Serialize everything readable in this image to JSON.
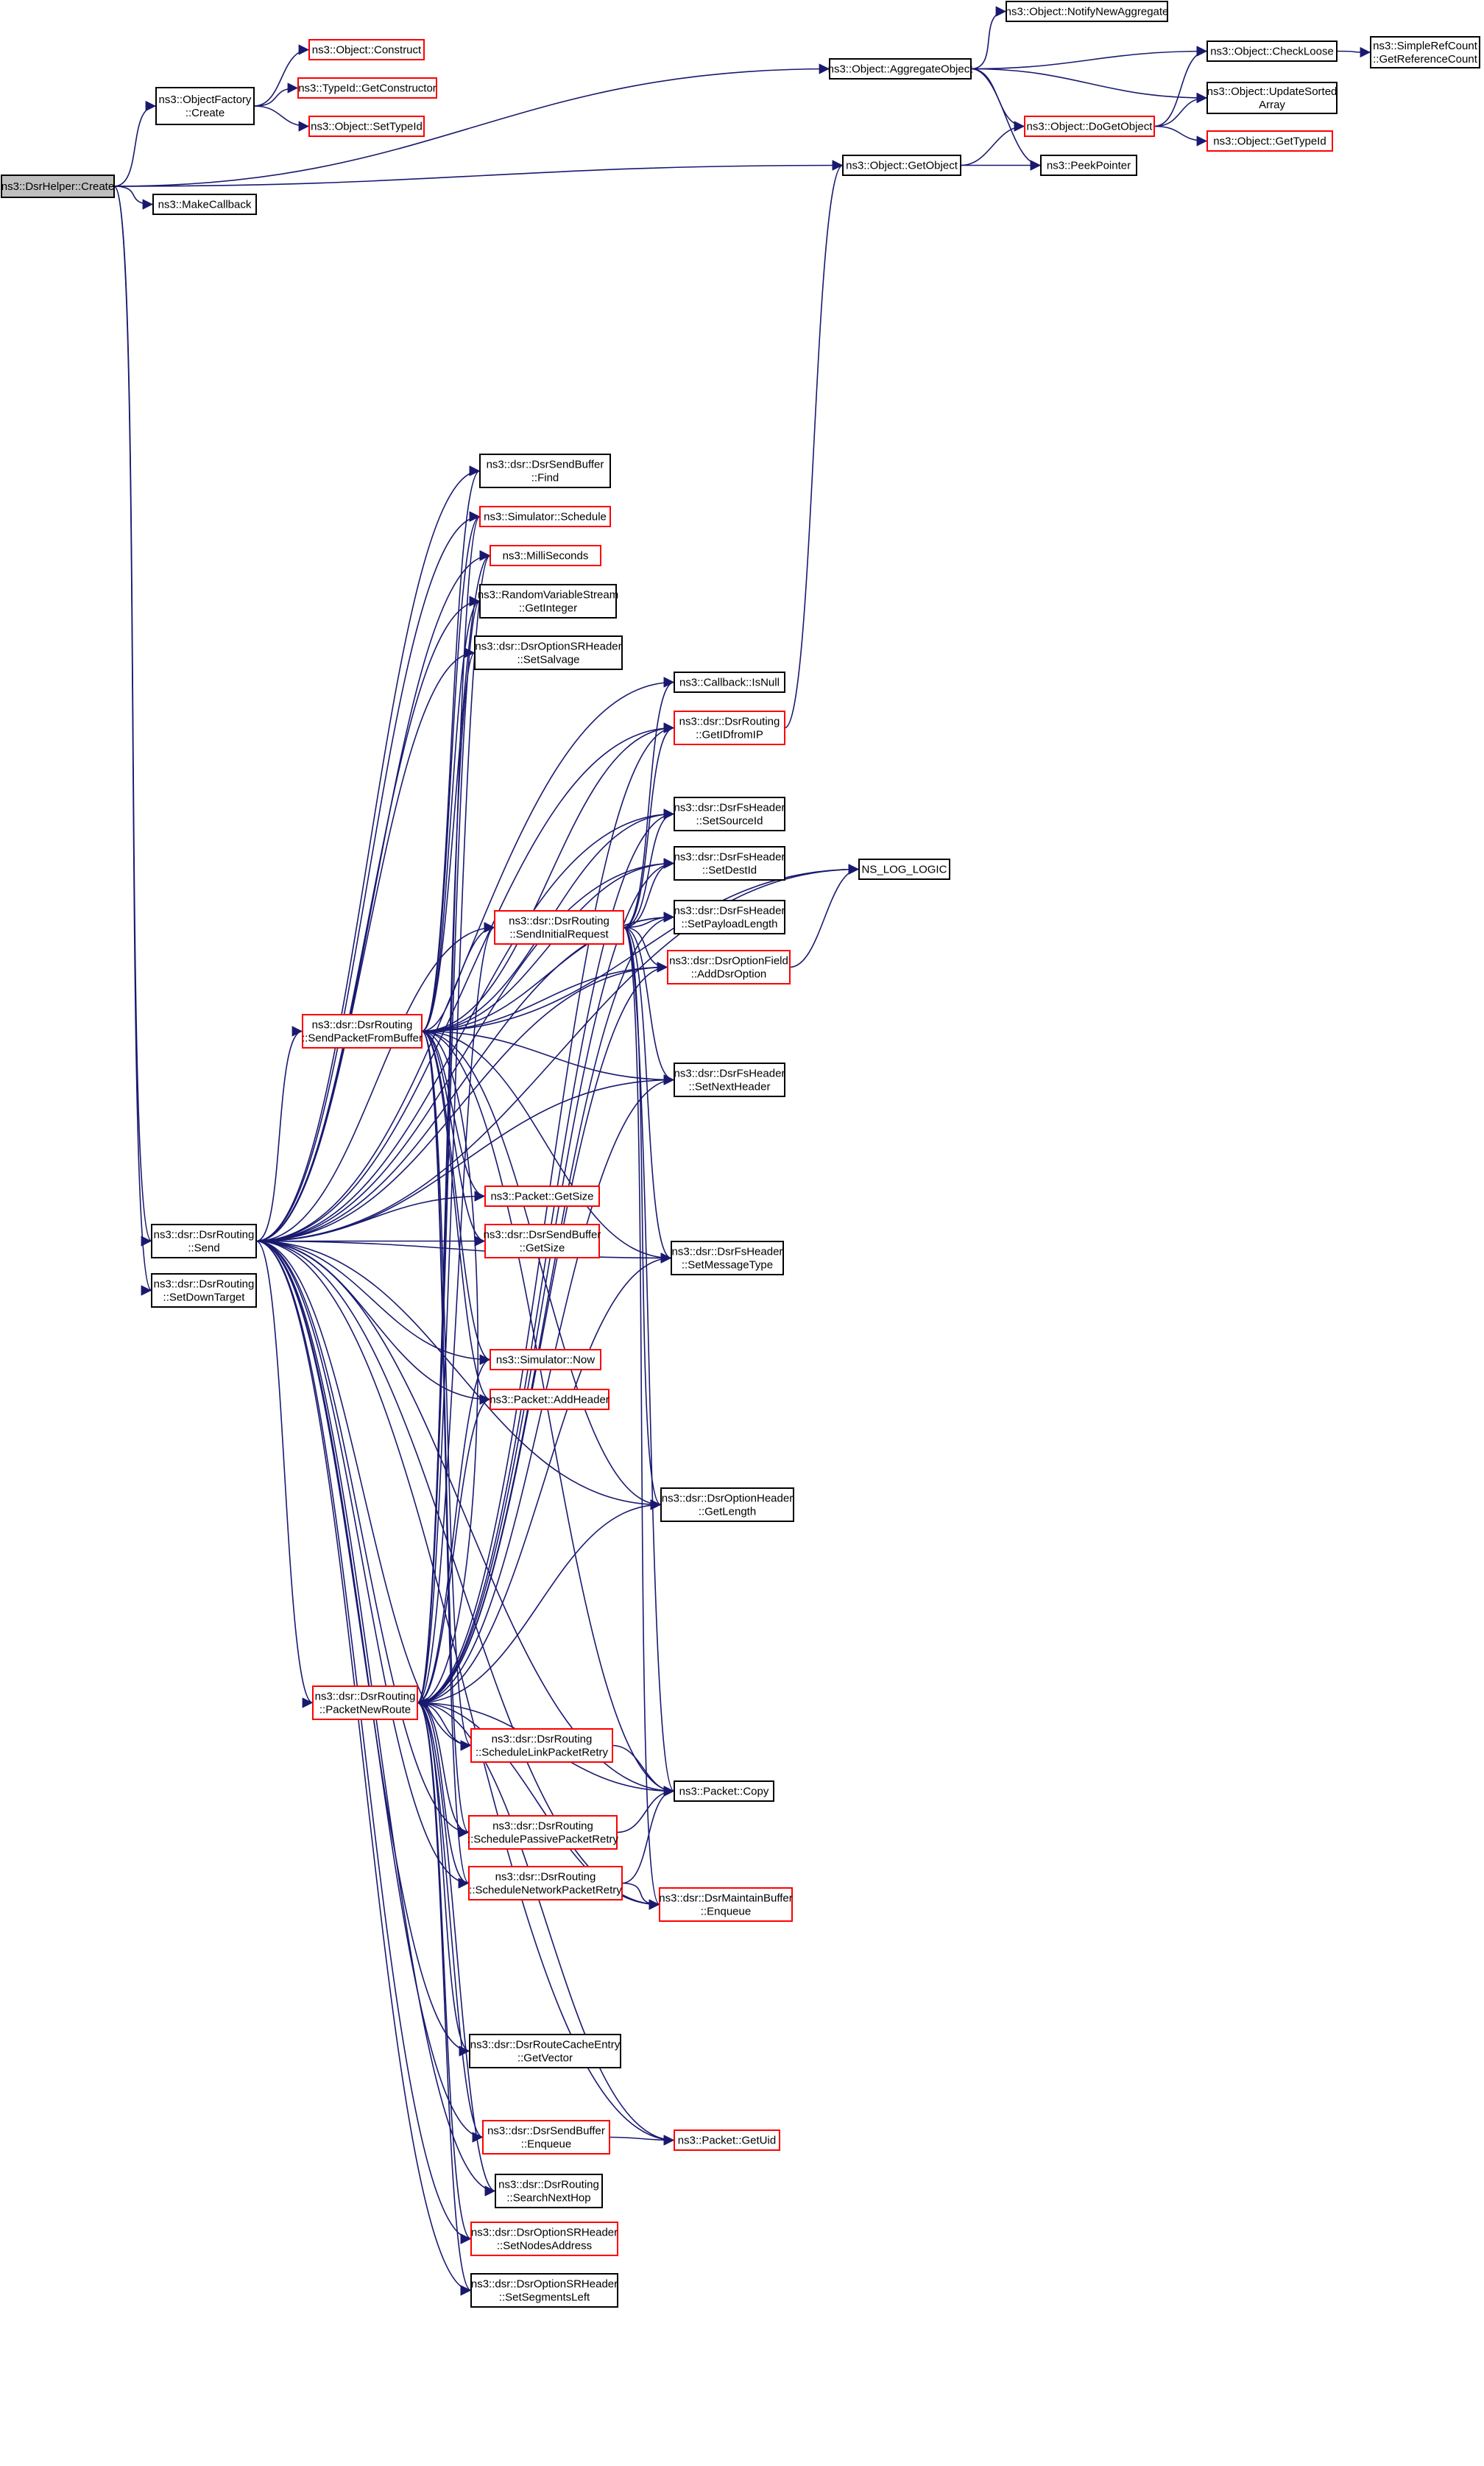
{
  "colors": {
    "edge": "#191970",
    "box_normal": "#000000",
    "box_incomplete": "#ff0000",
    "root_fill": "#bfbfbf"
  },
  "nodes": [
    {
      "id": "dsrhelper_create",
      "lines": [
        "ns3::DsrHelper::Create"
      ],
      "style": "root"
    },
    {
      "id": "objectfactory_create",
      "lines": [
        "ns3::ObjectFactory",
        "::Create"
      ],
      "style": "black"
    },
    {
      "id": "object_construct",
      "lines": [
        "ns3::Object::Construct"
      ],
      "style": "red"
    },
    {
      "id": "typeid_getconstructor",
      "lines": [
        "ns3::TypeId::GetConstructor"
      ],
      "style": "red"
    },
    {
      "id": "object_settypeid",
      "lines": [
        "ns3::Object::SetTypeId"
      ],
      "style": "red"
    },
    {
      "id": "object_aggregateobject",
      "lines": [
        "ns3::Object::AggregateObject"
      ],
      "style": "black"
    },
    {
      "id": "object_notifynewaggregate",
      "lines": [
        "ns3::Object::NotifyNewAggregate"
      ],
      "style": "black"
    },
    {
      "id": "object_checkloose",
      "lines": [
        "ns3::Object::CheckLoose"
      ],
      "style": "black"
    },
    {
      "id": "simplerefcount",
      "lines": [
        "ns3::SimpleRefCount",
        "::GetReferenceCount"
      ],
      "style": "black"
    },
    {
      "id": "object_updatesorted",
      "lines": [
        "ns3::Object::UpdateSorted",
        "Array"
      ],
      "style": "black"
    },
    {
      "id": "object_dogetobject",
      "lines": [
        "ns3::Object::DoGetObject"
      ],
      "style": "red"
    },
    {
      "id": "object_gettypeid",
      "lines": [
        "ns3::Object::GetTypeId"
      ],
      "style": "red"
    },
    {
      "id": "object_getobject",
      "lines": [
        "ns3::Object::GetObject"
      ],
      "style": "black"
    },
    {
      "id": "peekpointer",
      "lines": [
        "ns3::PeekPointer"
      ],
      "style": "black"
    },
    {
      "id": "makecallback",
      "lines": [
        "ns3::MakeCallback"
      ],
      "style": "black"
    },
    {
      "id": "sendbuffer_find",
      "lines": [
        "ns3::dsr::DsrSendBuffer",
        "::Find"
      ],
      "style": "black"
    },
    {
      "id": "simulator_schedule",
      "lines": [
        "ns3::Simulator::Schedule"
      ],
      "style": "red"
    },
    {
      "id": "milliseconds",
      "lines": [
        "ns3::MilliSeconds"
      ],
      "style": "red"
    },
    {
      "id": "randomvariable_getinteger",
      "lines": [
        "ns3::RandomVariableStream",
        "::GetInteger"
      ],
      "style": "black"
    },
    {
      "id": "optionsr_setsalvage",
      "lines": [
        "ns3::dsr::DsrOptionSRHeader",
        "::SetSalvage"
      ],
      "style": "black"
    },
    {
      "id": "callback_isnull",
      "lines": [
        "ns3::Callback::IsNull"
      ],
      "style": "black"
    },
    {
      "id": "routing_getidfromip",
      "lines": [
        "ns3::dsr::DsrRouting",
        "::GetIDfromIP"
      ],
      "style": "red"
    },
    {
      "id": "fsheader_setsourceid",
      "lines": [
        "ns3::dsr::DsrFsHeader",
        "::SetSourceId"
      ],
      "style": "black"
    },
    {
      "id": "fsheader_setdestid",
      "lines": [
        "ns3::dsr::DsrFsHeader",
        "::SetDestId"
      ],
      "style": "black"
    },
    {
      "id": "ns_log_logic",
      "lines": [
        "NS_LOG_LOGIC"
      ],
      "style": "black"
    },
    {
      "id": "routing_sendinitialrequest",
      "lines": [
        "ns3::dsr::DsrRouting",
        "::SendInitialRequest"
      ],
      "style": "red"
    },
    {
      "id": "fsheader_setpayloadlength",
      "lines": [
        "ns3::dsr::DsrFsHeader",
        "::SetPayloadLength"
      ],
      "style": "black"
    },
    {
      "id": "optionfield_adddsroption",
      "lines": [
        "ns3::dsr::DsrOptionField",
        "::AddDsrOption"
      ],
      "style": "red"
    },
    {
      "id": "routing_sendpacketfrombuffer",
      "lines": [
        "ns3::dsr::DsrRouting",
        "::SendPacketFromBuffer"
      ],
      "style": "red"
    },
    {
      "id": "fsheader_setnextheader",
      "lines": [
        "ns3::dsr::DsrFsHeader",
        "::SetNextHeader"
      ],
      "style": "black"
    },
    {
      "id": "packet_getsize",
      "lines": [
        "ns3::Packet::GetSize"
      ],
      "style": "red"
    },
    {
      "id": "routing_send",
      "lines": [
        "ns3::dsr::DsrRouting",
        "::Send"
      ],
      "style": "black"
    },
    {
      "id": "sendbuffer_getsize",
      "lines": [
        "ns3::dsr::DsrSendBuffer",
        "::GetSize"
      ],
      "style": "red"
    },
    {
      "id": "fsheader_setmessagetype",
      "lines": [
        "ns3::dsr::DsrFsHeader",
        "::SetMessageType"
      ],
      "style": "black"
    },
    {
      "id": "routing_setdowntarget",
      "lines": [
        "ns3::dsr::DsrRouting",
        "::SetDownTarget"
      ],
      "style": "black"
    },
    {
      "id": "simulator_now",
      "lines": [
        "ns3::Simulator::Now"
      ],
      "style": "red"
    },
    {
      "id": "packet_addheader",
      "lines": [
        "ns3::Packet::AddHeader"
      ],
      "style": "red"
    },
    {
      "id": "optionheader_getlength",
      "lines": [
        "ns3::dsr::DsrOptionHeader",
        "::GetLength"
      ],
      "style": "black"
    },
    {
      "id": "routing_packetnewroute",
      "lines": [
        "ns3::dsr::DsrRouting",
        "::PacketNewRoute"
      ],
      "style": "red"
    },
    {
      "id": "routing_schedulelinkpacketretry",
      "lines": [
        "ns3::dsr::DsrRouting",
        "::ScheduleLinkPacketRetry"
      ],
      "style": "red"
    },
    {
      "id": "packet_copy",
      "lines": [
        "ns3::Packet::Copy"
      ],
      "style": "black"
    },
    {
      "id": "routing_schedulepassivepacketretry",
      "lines": [
        "ns3::dsr::DsrRouting",
        "::SchedulePassivePacketRetry"
      ],
      "style": "red"
    },
    {
      "id": "routing_schedulenetworkpacketretry",
      "lines": [
        "ns3::dsr::DsrRouting",
        "::ScheduleNetworkPacketRetry"
      ],
      "style": "red"
    },
    {
      "id": "maintainbuffer_enqueue",
      "lines": [
        "ns3::dsr::DsrMaintainBuffer",
        "::Enqueue"
      ],
      "style": "red"
    },
    {
      "id": "routecacheentry_getvector",
      "lines": [
        "ns3::dsr::DsrRouteCacheEntry",
        "::GetVector"
      ],
      "style": "black"
    },
    {
      "id": "sendbuffer_enqueue",
      "lines": [
        "ns3::dsr::DsrSendBuffer",
        "::Enqueue"
      ],
      "style": "red"
    },
    {
      "id": "packet_getuid",
      "lines": [
        "ns3::Packet::GetUid"
      ],
      "style": "red"
    },
    {
      "id": "routing_searchnexthop",
      "lines": [
        "ns3::dsr::DsrRouting",
        "::SearchNextHop"
      ],
      "style": "black"
    },
    {
      "id": "optionsr_setnodesaddress",
      "lines": [
        "ns3::dsr::DsrOptionSRHeader",
        "::SetNodesAddress"
      ],
      "style": "red"
    },
    {
      "id": "optionsr_setsegmentsleft",
      "lines": [
        "ns3::dsr::DsrOptionSRHeader",
        "::SetSegmentsLeft"
      ],
      "style": "black"
    }
  ],
  "edges": [
    [
      "dsrhelper_create",
      "objectfactory_create"
    ],
    [
      "dsrhelper_create",
      "object_aggregateobject"
    ],
    [
      "dsrhelper_create",
      "object_getobject"
    ],
    [
      "dsrhelper_create",
      "makecallback"
    ],
    [
      "dsrhelper_create",
      "routing_send"
    ],
    [
      "dsrhelper_create",
      "routing_setdowntarget"
    ],
    [
      "objectfactory_create",
      "object_construct"
    ],
    [
      "objectfactory_create",
      "typeid_getconstructor"
    ],
    [
      "objectfactory_create",
      "object_settypeid"
    ],
    [
      "object_aggregateobject",
      "object_notifynewaggregate"
    ],
    [
      "object_aggregateobject",
      "object_checkloose"
    ],
    [
      "object_aggregateobject",
      "object_updatesorted"
    ],
    [
      "object_aggregateobject",
      "object_dogetobject"
    ],
    [
      "object_aggregateobject",
      "peekpointer"
    ],
    [
      "object_checkloose",
      "simplerefcount"
    ],
    [
      "object_dogetobject",
      "object_checkloose"
    ],
    [
      "object_dogetobject",
      "object_updatesorted"
    ],
    [
      "object_dogetobject",
      "object_gettypeid"
    ],
    [
      "object_getobject",
      "object_dogetobject"
    ],
    [
      "object_getobject",
      "peekpointer"
    ],
    [
      "routing_getidfromip",
      "object_getobject"
    ],
    [
      "optionfield_adddsroption",
      "ns_log_logic"
    ],
    [
      "routing_send",
      "sendbuffer_find"
    ],
    [
      "routing_send",
      "simulator_schedule"
    ],
    [
      "routing_send",
      "milliseconds"
    ],
    [
      "routing_send",
      "randomvariable_getinteger"
    ],
    [
      "routing_send",
      "optionsr_setsalvage"
    ],
    [
      "routing_send",
      "callback_isnull"
    ],
    [
      "routing_send",
      "routing_getidfromip"
    ],
    [
      "routing_send",
      "fsheader_setsourceid"
    ],
    [
      "routing_send",
      "fsheader_setdestid"
    ],
    [
      "routing_send",
      "ns_log_logic"
    ],
    [
      "routing_send",
      "routing_sendinitialrequest"
    ],
    [
      "routing_send",
      "fsheader_setpayloadlength"
    ],
    [
      "routing_send",
      "optionfield_adddsroption"
    ],
    [
      "routing_send",
      "routing_sendpacketfrombuffer"
    ],
    [
      "routing_send",
      "fsheader_setnextheader"
    ],
    [
      "routing_send",
      "packet_getsize"
    ],
    [
      "routing_send",
      "sendbuffer_getsize"
    ],
    [
      "routing_send",
      "fsheader_setmessagetype"
    ],
    [
      "routing_send",
      "simulator_now"
    ],
    [
      "routing_send",
      "packet_addheader"
    ],
    [
      "routing_send",
      "optionheader_getlength"
    ],
    [
      "routing_send",
      "routing_packetnewroute"
    ],
    [
      "routing_send",
      "routing_schedulelinkpacketretry"
    ],
    [
      "routing_send",
      "packet_copy"
    ],
    [
      "routing_send",
      "routing_schedulepassivepacketretry"
    ],
    [
      "routing_send",
      "routing_schedulenetworkpacketretry"
    ],
    [
      "routing_send",
      "maintainbuffer_enqueue"
    ],
    [
      "routing_send",
      "routecacheentry_getvector"
    ],
    [
      "routing_send",
      "sendbuffer_enqueue"
    ],
    [
      "routing_send",
      "packet_getuid"
    ],
    [
      "routing_send",
      "routing_searchnexthop"
    ],
    [
      "routing_send",
      "optionsr_setnodesaddress"
    ],
    [
      "routing_send",
      "optionsr_setsegmentsleft"
    ],
    [
      "routing_sendinitialrequest",
      "callback_isnull"
    ],
    [
      "routing_sendinitialrequest",
      "routing_getidfromip"
    ],
    [
      "routing_sendinitialrequest",
      "fsheader_setsourceid"
    ],
    [
      "routing_sendinitialrequest",
      "fsheader_setdestid"
    ],
    [
      "routing_sendinitialrequest",
      "fsheader_setpayloadlength"
    ],
    [
      "routing_sendinitialrequest",
      "optionfield_adddsroption"
    ],
    [
      "routing_sendinitialrequest",
      "fsheader_setnextheader"
    ],
    [
      "routing_sendinitialrequest",
      "fsheader_setmessagetype"
    ],
    [
      "routing_sendinitialrequest",
      "optionheader_getlength"
    ],
    [
      "routing_sendinitialrequest",
      "packet_copy"
    ],
    [
      "routing_sendinitialrequest",
      "maintainbuffer_enqueue"
    ],
    [
      "routing_sendpacketfrombuffer",
      "sendbuffer_find"
    ],
    [
      "routing_sendpacketfrombuffer",
      "simulator_schedule"
    ],
    [
      "routing_sendpacketfrombuffer",
      "milliseconds"
    ],
    [
      "routing_sendpacketfrombuffer",
      "randomvariable_getinteger"
    ],
    [
      "routing_sendpacketfrombuffer",
      "routing_getidfromip"
    ],
    [
      "routing_sendpacketfrombuffer",
      "fsheader_setsourceid"
    ],
    [
      "routing_sendpacketfrombuffer",
      "fsheader_setdestid"
    ],
    [
      "routing_sendpacketfrombuffer",
      "ns_log_logic"
    ],
    [
      "routing_sendpacketfrombuffer",
      "routing_sendinitialrequest"
    ],
    [
      "routing_sendpacketfrombuffer",
      "fsheader_setpayloadlength"
    ],
    [
      "routing_sendpacketfrombuffer",
      "optionfield_adddsroption"
    ],
    [
      "routing_sendpacketfrombuffer",
      "fsheader_setnextheader"
    ],
    [
      "routing_sendpacketfrombuffer",
      "packet_getsize"
    ],
    [
      "routing_sendpacketfrombuffer",
      "sendbuffer_getsize"
    ],
    [
      "routing_sendpacketfrombuffer",
      "fsheader_setmessagetype"
    ],
    [
      "routing_sendpacketfrombuffer",
      "simulator_now"
    ],
    [
      "routing_sendpacketfrombuffer",
      "packet_addheader"
    ],
    [
      "routing_sendpacketfrombuffer",
      "optionheader_getlength"
    ],
    [
      "routing_sendpacketfrombuffer",
      "routing_packetnewroute"
    ],
    [
      "routing_sendpacketfrombuffer",
      "routing_schedulelinkpacketretry"
    ],
    [
      "routing_sendpacketfrombuffer",
      "packet_copy"
    ],
    [
      "routing_sendpacketfrombuffer",
      "routing_schedulepassivepacketretry"
    ],
    [
      "routing_sendpacketfrombuffer",
      "routing_schedulenetworkpacketretry"
    ],
    [
      "routing_packetnewroute",
      "simulator_schedule"
    ],
    [
      "routing_packetnewroute",
      "milliseconds"
    ],
    [
      "routing_packetnewroute",
      "randomvariable_getinteger"
    ],
    [
      "routing_packetnewroute",
      "optionsr_setsalvage"
    ],
    [
      "routing_packetnewroute",
      "routing_getidfromip"
    ],
    [
      "routing_packetnewroute",
      "fsheader_setsourceid"
    ],
    [
      "routing_packetnewroute",
      "fsheader_setdestid"
    ],
    [
      "routing_packetnewroute",
      "routing_sendinitialrequest"
    ],
    [
      "routing_packetnewroute",
      "fsheader_setpayloadlength"
    ],
    [
      "routing_packetnewroute",
      "optionfield_adddsroption"
    ],
    [
      "routing_packetnewroute",
      "fsheader_setnextheader"
    ],
    [
      "routing_packetnewroute",
      "fsheader_setmessagetype"
    ],
    [
      "routing_packetnewroute",
      "simulator_now"
    ],
    [
      "routing_packetnewroute",
      "packet_addheader"
    ],
    [
      "routing_packetnewroute",
      "optionheader_getlength"
    ],
    [
      "routing_packetnewroute",
      "routing_schedulelinkpacketretry"
    ],
    [
      "routing_packetnewroute",
      "packet_copy"
    ],
    [
      "routing_packetnewroute",
      "routing_schedulepassivepacketretry"
    ],
    [
      "routing_packetnewroute",
      "routing_schedulenetworkpacketretry"
    ],
    [
      "routing_packetnewroute",
      "maintainbuffer_enqueue"
    ],
    [
      "routing_packetnewroute",
      "routecacheentry_getvector"
    ],
    [
      "routing_packetnewroute",
      "sendbuffer_enqueue"
    ],
    [
      "routing_packetnewroute",
      "packet_getuid"
    ],
    [
      "routing_packetnewroute",
      "routing_searchnexthop"
    ],
    [
      "routing_packetnewroute",
      "optionsr_setnodesaddress"
    ],
    [
      "routing_packetnewroute",
      "optionsr_setsegmentsleft"
    ],
    [
      "routing_schedulelinkpacketretry",
      "packet_copy"
    ],
    [
      "routing_schedulepassivepacketretry",
      "packet_copy"
    ],
    [
      "routing_schedulenetworkpacketretry",
      "packet_copy"
    ],
    [
      "routing_schedulenetworkpacketretry",
      "maintainbuffer_enqueue"
    ],
    [
      "sendbuffer_enqueue",
      "packet_getuid"
    ]
  ]
}
